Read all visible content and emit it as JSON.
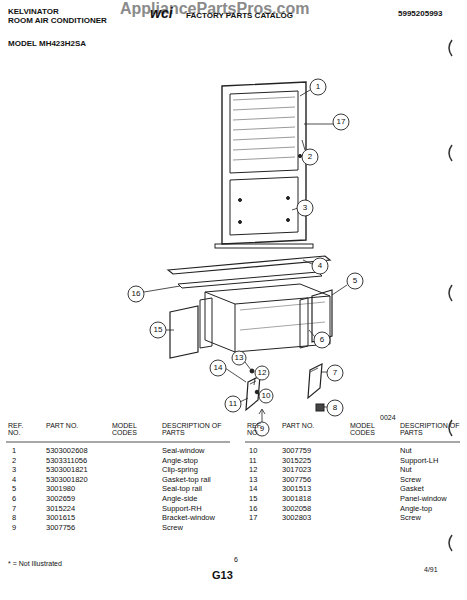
{
  "diagram": {
    "labels": [
      "AppliancePartsPros.com",
      "KELVINATOR",
      "ROOM AIR CONDITIONER",
      "FACTORY PARTS CATALOG",
      "5995205993",
      "MODEL MH423H2SA",
      "1",
      "17",
      "2",
      "3",
      "4",
      "5",
      "16",
      "15",
      "6",
      "7",
      "13",
      "12",
      "14",
      "10",
      "11",
      "8",
      "9",
      "0024",
      "REF. NO.",
      "PART NO.",
      "MODEL CODES",
      "DESCRIPTION OF PARTS",
      "REF. NO.",
      "PART NO.",
      "MODEL CODES",
      "DESCRIPTION OF PARTS",
      "1",
      "5303002608",
      "Seal-window",
      "10",
      "3007759",
      "Nut",
      "2",
      "5303311056",
      "Angle-stop",
      "11",
      "3015225",
      "Support-LH",
      "3",
      "5303001821",
      "Clip-spring",
      "12",
      "3017023",
      "Nut",
      "4",
      "5303001820",
      "Gasket-top rail",
      "13",
      "3007756",
      "Screw",
      "5",
      "3001980",
      "Seal-top rail",
      "14",
      "3001513",
      "Gasket",
      "6",
      "3002659",
      "Angle-side",
      "15",
      "3001818",
      "Panel-window",
      "7",
      "3015224",
      "Support-RH",
      "16",
      "3002058",
      "Angle-top",
      "8",
      "3001615",
      "Bracket-window",
      "17",
      "3002803",
      "Screw",
      "9",
      "3007756",
      "Screw",
      "* = Not Illustrated",
      "6",
      "G13",
      "4/91",
      "wci"
    ]
  }
}
